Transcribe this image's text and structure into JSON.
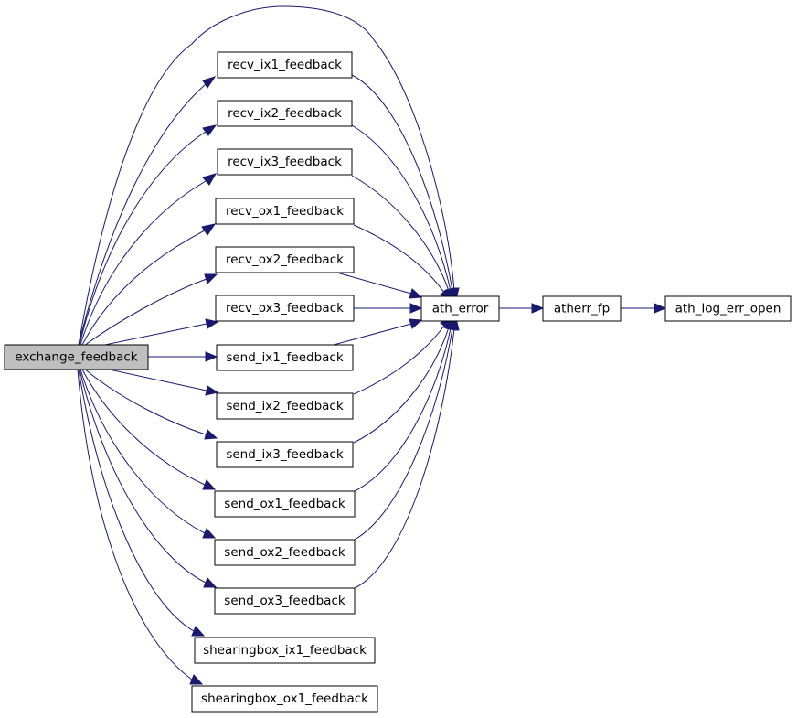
{
  "diagram": {
    "nodes": {
      "exchange": "exchange_feedback",
      "recv_ix1": "recv_ix1_feedback",
      "recv_ix2": "recv_ix2_feedback",
      "recv_ix3": "recv_ix3_feedback",
      "recv_ox1": "recv_ox1_feedback",
      "recv_ox2": "recv_ox2_feedback",
      "recv_ox3": "recv_ox3_feedback",
      "send_ix1": "send_ix1_feedback",
      "send_ix2": "send_ix2_feedback",
      "send_ix3": "send_ix3_feedback",
      "send_ox1": "send_ox1_feedback",
      "send_ox2": "send_ox2_feedback",
      "send_ox3": "send_ox3_feedback",
      "shear_ix1": "shearingbox_ix1_feedback",
      "shear_ox1": "shearingbox_ox1_feedback",
      "ath_error": "ath_error",
      "atherr_fp": "atherr_fp",
      "ath_log_err_open": "ath_log_err_open"
    },
    "root": "exchange",
    "edges": [
      [
        "exchange",
        "ath_error"
      ],
      [
        "exchange",
        "recv_ix1"
      ],
      [
        "exchange",
        "recv_ix2"
      ],
      [
        "exchange",
        "recv_ix3"
      ],
      [
        "exchange",
        "recv_ox1"
      ],
      [
        "exchange",
        "recv_ox2"
      ],
      [
        "exchange",
        "recv_ox3"
      ],
      [
        "exchange",
        "send_ix1"
      ],
      [
        "exchange",
        "send_ix2"
      ],
      [
        "exchange",
        "send_ix3"
      ],
      [
        "exchange",
        "send_ox1"
      ],
      [
        "exchange",
        "send_ox2"
      ],
      [
        "exchange",
        "send_ox3"
      ],
      [
        "exchange",
        "shear_ix1"
      ],
      [
        "exchange",
        "shear_ox1"
      ],
      [
        "recv_ix1",
        "ath_error"
      ],
      [
        "recv_ix2",
        "ath_error"
      ],
      [
        "recv_ix3",
        "ath_error"
      ],
      [
        "recv_ox1",
        "ath_error"
      ],
      [
        "recv_ox2",
        "ath_error"
      ],
      [
        "recv_ox3",
        "ath_error"
      ],
      [
        "send_ix1",
        "ath_error"
      ],
      [
        "send_ix2",
        "ath_error"
      ],
      [
        "send_ix3",
        "ath_error"
      ],
      [
        "send_ox1",
        "ath_error"
      ],
      [
        "send_ox2",
        "ath_error"
      ],
      [
        "send_ox3",
        "ath_error"
      ],
      [
        "ath_error",
        "atherr_fp"
      ],
      [
        "atherr_fp",
        "ath_log_err_open"
      ]
    ],
    "colors": {
      "edge": "#191970",
      "root_fill": "#bfbfbf",
      "node_fill": "#ffffff",
      "node_border": "#000000"
    }
  }
}
